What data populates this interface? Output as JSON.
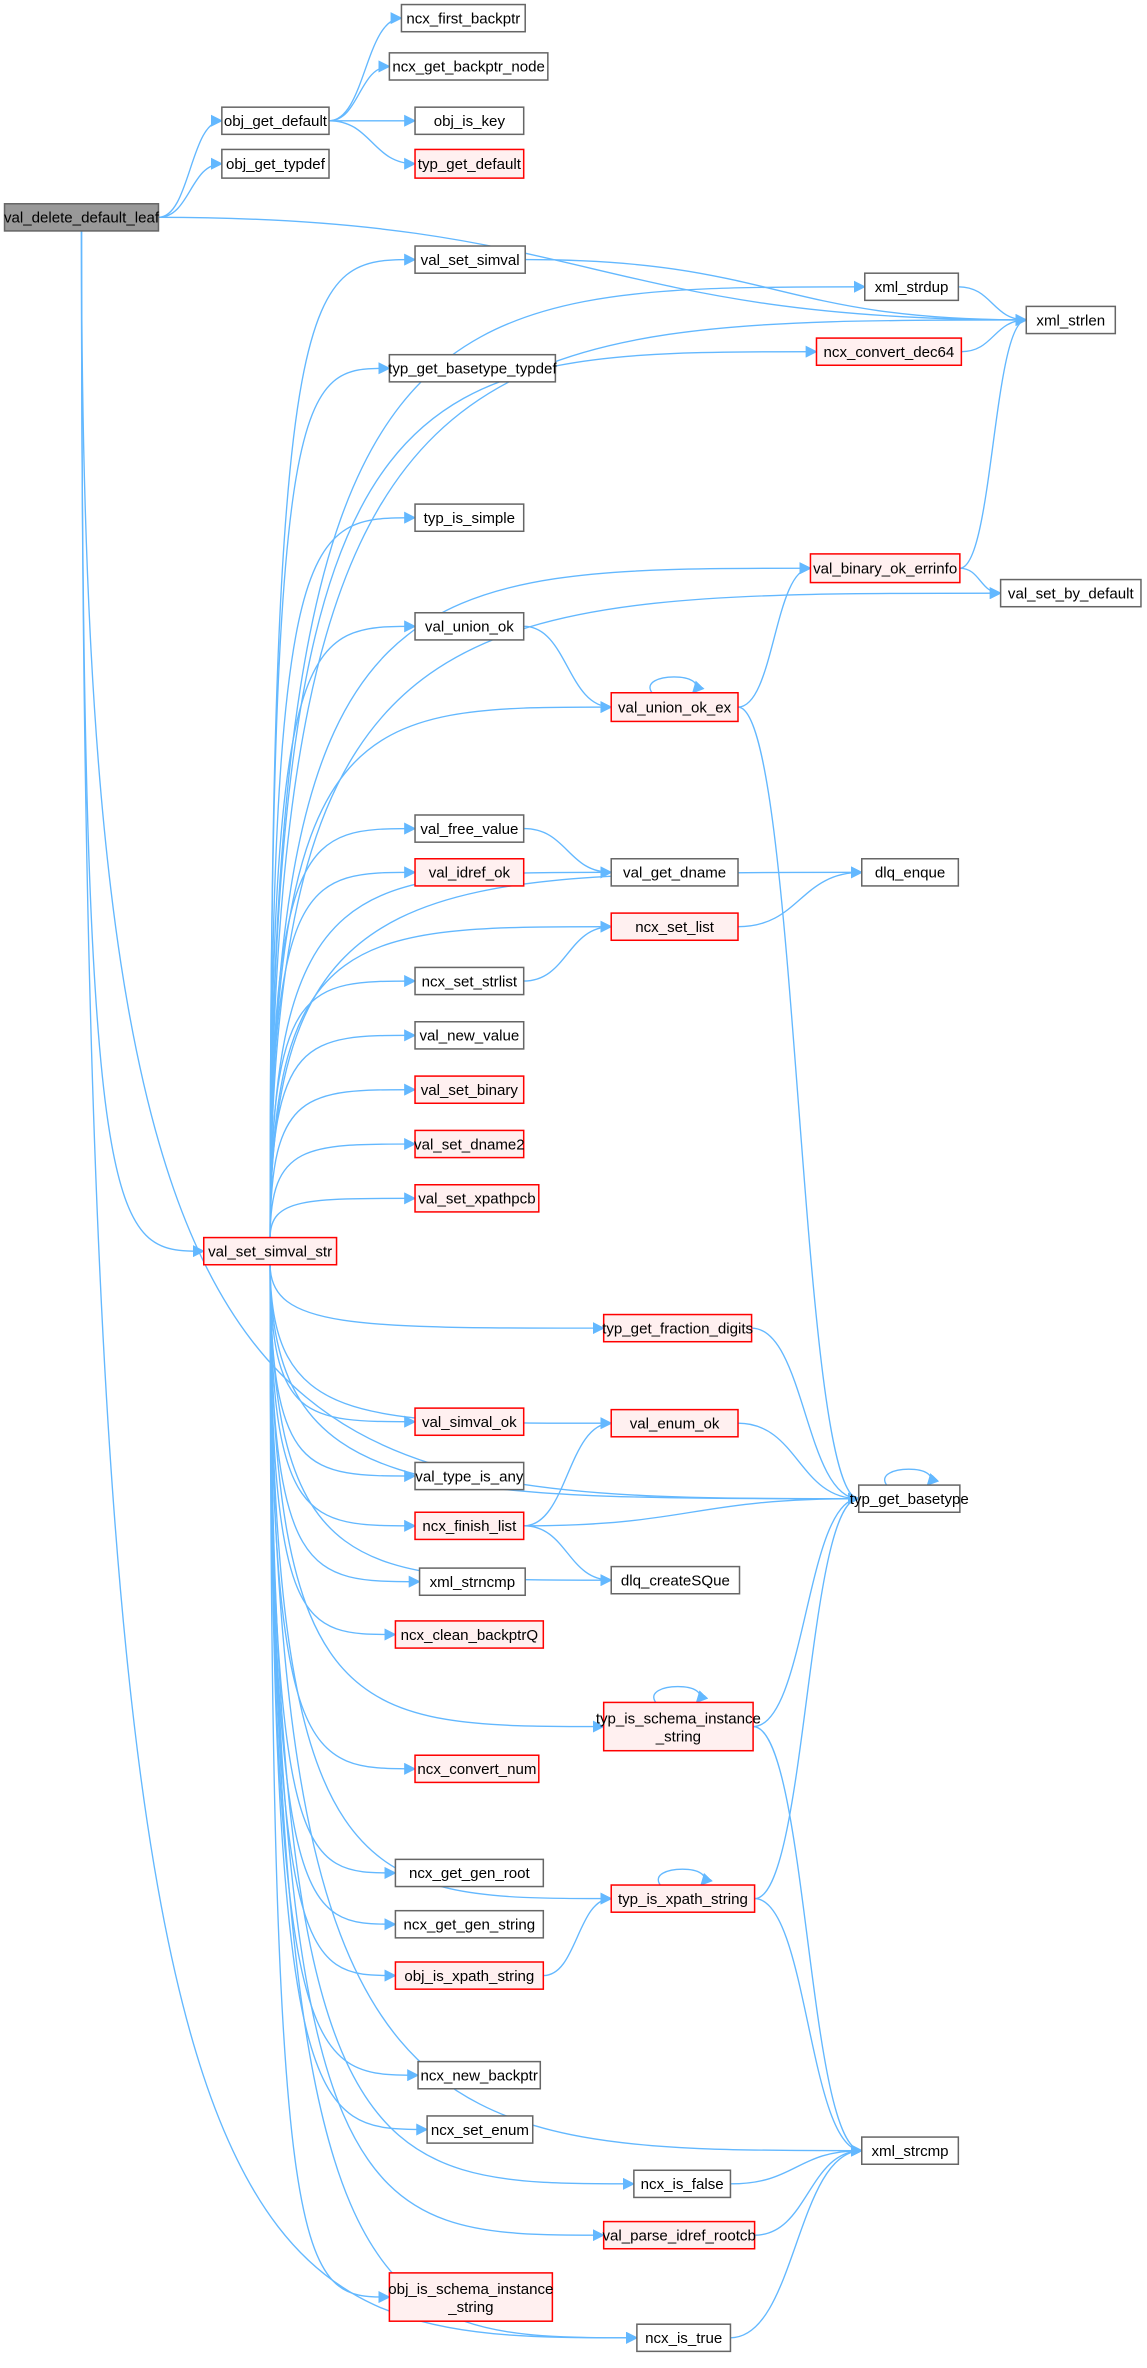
{
  "graph": {
    "title": "val_delete_default_leaf call graph",
    "colors": {
      "edge": "#63b8ff",
      "red_border": "#ff0000",
      "red_fill": "#fff0f0",
      "root_fill": "#999999",
      "border": "#666666"
    },
    "nodes": [
      {
        "id": "root",
        "label": "val_delete_default_leaf",
        "kind": "root"
      },
      {
        "id": "ncx_first_backptr",
        "label": "ncx_first_backptr",
        "kind": "normal"
      },
      {
        "id": "ncx_get_backptr_node",
        "label": "ncx_get_backptr_node",
        "kind": "normal"
      },
      {
        "id": "obj_get_default",
        "label": "obj_get_default",
        "kind": "normal"
      },
      {
        "id": "obj_is_key",
        "label": "obj_is_key",
        "kind": "normal"
      },
      {
        "id": "typ_get_default",
        "label": "typ_get_default",
        "kind": "red"
      },
      {
        "id": "obj_get_typdef",
        "label": "obj_get_typdef",
        "kind": "normal"
      },
      {
        "id": "val_set_simval",
        "label": "val_set_simval",
        "kind": "normal"
      },
      {
        "id": "xml_strdup",
        "label": "xml_strdup",
        "kind": "normal"
      },
      {
        "id": "xml_strlen",
        "label": "xml_strlen",
        "kind": "normal"
      },
      {
        "id": "typ_get_basetype_typdef",
        "label": "typ_get_basetype_typdef",
        "kind": "normal"
      },
      {
        "id": "ncx_convert_dec64",
        "label": "ncx_convert_dec64",
        "kind": "red"
      },
      {
        "id": "typ_is_simple",
        "label": "typ_is_simple",
        "kind": "normal"
      },
      {
        "id": "val_binary_ok_errinfo",
        "label": "val_binary_ok_errinfo",
        "kind": "red"
      },
      {
        "id": "val_set_by_default",
        "label": "val_set_by_default",
        "kind": "normal"
      },
      {
        "id": "val_union_ok",
        "label": "val_union_ok",
        "kind": "normal"
      },
      {
        "id": "val_union_ok_ex",
        "label": "val_union_ok_ex",
        "kind": "red"
      },
      {
        "id": "val_free_value",
        "label": "val_free_value",
        "kind": "normal"
      },
      {
        "id": "val_idref_ok",
        "label": "val_idref_ok",
        "kind": "red"
      },
      {
        "id": "val_get_dname",
        "label": "val_get_dname",
        "kind": "normal"
      },
      {
        "id": "dlq_enque",
        "label": "dlq_enque",
        "kind": "normal"
      },
      {
        "id": "ncx_set_list",
        "label": "ncx_set_list",
        "kind": "red"
      },
      {
        "id": "ncx_set_strlist",
        "label": "ncx_set_strlist",
        "kind": "normal"
      },
      {
        "id": "val_new_value",
        "label": "val_new_value",
        "kind": "normal"
      },
      {
        "id": "val_set_binary",
        "label": "val_set_binary",
        "kind": "red"
      },
      {
        "id": "val_set_dname2",
        "label": "val_set_dname2",
        "kind": "red"
      },
      {
        "id": "val_set_xpathpcb",
        "label": "val_set_xpathpcb",
        "kind": "red"
      },
      {
        "id": "val_set_simval_str",
        "label": "val_set_simval_str",
        "kind": "red"
      },
      {
        "id": "typ_get_fraction_digits",
        "label": "typ_get_fraction_digits",
        "kind": "red"
      },
      {
        "id": "val_simval_ok",
        "label": "val_simval_ok",
        "kind": "red"
      },
      {
        "id": "val_type_is_any",
        "label": "val_type_is_any",
        "kind": "normal"
      },
      {
        "id": "val_enum_ok",
        "label": "val_enum_ok",
        "kind": "red"
      },
      {
        "id": "typ_get_basetype",
        "label": "typ_get_basetype",
        "kind": "normal"
      },
      {
        "id": "ncx_finish_list",
        "label": "ncx_finish_list",
        "kind": "red"
      },
      {
        "id": "xml_strncmp",
        "label": "xml_strncmp",
        "kind": "normal"
      },
      {
        "id": "dlq_createSQue",
        "label": "dlq_createSQue",
        "kind": "normal"
      },
      {
        "id": "ncx_clean_backptrQ",
        "label": "ncx_clean_backptrQ",
        "kind": "red"
      },
      {
        "id": "typ_is_schema_instance_string",
        "label": "typ_is_schema_instance",
        "label2": "_string",
        "kind": "red"
      },
      {
        "id": "ncx_convert_num",
        "label": "ncx_convert_num",
        "kind": "red"
      },
      {
        "id": "ncx_get_gen_root",
        "label": "ncx_get_gen_root",
        "kind": "normal"
      },
      {
        "id": "ncx_get_gen_string",
        "label": "ncx_get_gen_string",
        "kind": "normal"
      },
      {
        "id": "typ_is_xpath_string",
        "label": "typ_is_xpath_string",
        "kind": "red"
      },
      {
        "id": "obj_is_xpath_string",
        "label": "obj_is_xpath_string",
        "kind": "red"
      },
      {
        "id": "xml_strcmp",
        "label": "xml_strcmp",
        "kind": "normal"
      },
      {
        "id": "ncx_new_backptr",
        "label": "ncx_new_backptr",
        "kind": "normal"
      },
      {
        "id": "ncx_set_enum",
        "label": "ncx_set_enum",
        "kind": "normal"
      },
      {
        "id": "ncx_is_false",
        "label": "ncx_is_false",
        "kind": "normal"
      },
      {
        "id": "val_parse_idref_rootcb",
        "label": "val_parse_idref_rootcb",
        "kind": "red"
      },
      {
        "id": "obj_is_schema_instance_string",
        "label": "obj_is_schema_instance",
        "label2": "_string",
        "kind": "red"
      },
      {
        "id": "ncx_is_true",
        "label": "ncx_is_true",
        "kind": "normal"
      }
    ],
    "edges": [
      [
        "root",
        "obj_get_default"
      ],
      [
        "root",
        "obj_get_typdef"
      ],
      [
        "root",
        "xml_strlen"
      ],
      [
        "root",
        "val_set_simval_str"
      ],
      [
        "root",
        "typ_get_basetype"
      ],
      [
        "root",
        "ncx_is_true"
      ],
      [
        "obj_get_default",
        "ncx_first_backptr"
      ],
      [
        "obj_get_default",
        "ncx_get_backptr_node"
      ],
      [
        "obj_get_default",
        "obj_is_key"
      ],
      [
        "obj_get_default",
        "typ_get_default"
      ],
      [
        "val_set_simval",
        "xml_strlen"
      ],
      [
        "xml_strdup",
        "xml_strlen"
      ],
      [
        "ncx_convert_dec64",
        "xml_strlen"
      ],
      [
        "val_binary_ok_errinfo",
        "xml_strlen"
      ],
      [
        "val_binary_ok_errinfo",
        "val_set_by_default"
      ],
      [
        "val_union_ok",
        "val_union_ok_ex"
      ],
      [
        "val_union_ok_ex",
        "val_union_ok_ex"
      ],
      [
        "val_union_ok_ex",
        "val_binary_ok_errinfo"
      ],
      [
        "val_union_ok_ex",
        "typ_get_basetype"
      ],
      [
        "val_free_value",
        "val_get_dname"
      ],
      [
        "ncx_set_list",
        "dlq_enque"
      ],
      [
        "ncx_set_strlist",
        "ncx_set_list"
      ],
      [
        "typ_get_fraction_digits",
        "typ_get_basetype"
      ],
      [
        "val_enum_ok",
        "typ_get_basetype"
      ],
      [
        "typ_get_basetype",
        "typ_get_basetype"
      ],
      [
        "ncx_finish_list",
        "val_enum_ok"
      ],
      [
        "ncx_finish_list",
        "typ_get_basetype"
      ],
      [
        "ncx_finish_list",
        "dlq_createSQue"
      ],
      [
        "typ_is_schema_instance_string",
        "typ_is_schema_instance_string"
      ],
      [
        "typ_is_schema_instance_string",
        "typ_get_basetype"
      ],
      [
        "typ_is_schema_instance_string",
        "xml_strcmp"
      ],
      [
        "typ_is_xpath_string",
        "typ_is_xpath_string"
      ],
      [
        "typ_is_xpath_string",
        "typ_get_basetype"
      ],
      [
        "typ_is_xpath_string",
        "xml_strcmp"
      ],
      [
        "obj_is_xpath_string",
        "typ_is_xpath_string"
      ],
      [
        "ncx_is_false",
        "xml_strcmp"
      ],
      [
        "val_parse_idref_rootcb",
        "xml_strcmp"
      ],
      [
        "ncx_is_true",
        "xml_strcmp"
      ],
      [
        "val_set_simval_str",
        "val_set_simval"
      ],
      [
        "val_set_simval_str",
        "xml_strdup"
      ],
      [
        "val_set_simval_str",
        "typ_get_basetype_typdef"
      ],
      [
        "val_set_simval_str",
        "ncx_convert_dec64"
      ],
      [
        "val_set_simval_str",
        "xml_strlen"
      ],
      [
        "val_set_simval_str",
        "typ_is_simple"
      ],
      [
        "val_set_simval_str",
        "val_binary_ok_errinfo"
      ],
      [
        "val_set_simval_str",
        "val_set_by_default"
      ],
      [
        "val_set_simval_str",
        "val_union_ok"
      ],
      [
        "val_set_simval_str",
        "val_union_ok_ex"
      ],
      [
        "val_set_simval_str",
        "dlq_enque"
      ],
      [
        "val_set_simval_str",
        "val_free_value"
      ],
      [
        "val_set_simval_str",
        "val_idref_ok"
      ],
      [
        "val_set_simval_str",
        "val_get_dname"
      ],
      [
        "val_set_simval_str",
        "ncx_set_list"
      ],
      [
        "val_set_simval_str",
        "ncx_set_strlist"
      ],
      [
        "val_set_simval_str",
        "val_new_value"
      ],
      [
        "val_set_simval_str",
        "val_set_binary"
      ],
      [
        "val_set_simval_str",
        "val_set_dname2"
      ],
      [
        "val_set_simval_str",
        "val_set_xpathpcb"
      ],
      [
        "val_set_simval_str",
        "typ_get_basetype"
      ],
      [
        "val_set_simval_str",
        "typ_get_fraction_digits"
      ],
      [
        "val_set_simval_str",
        "val_simval_ok"
      ],
      [
        "val_set_simval_str",
        "val_enum_ok"
      ],
      [
        "val_set_simval_str",
        "val_type_is_any"
      ],
      [
        "val_set_simval_str",
        "ncx_finish_list"
      ],
      [
        "val_set_simval_str",
        "xml_strncmp"
      ],
      [
        "val_set_simval_str",
        "dlq_createSQue"
      ],
      [
        "val_set_simval_str",
        "ncx_clean_backptrQ"
      ],
      [
        "val_set_simval_str",
        "typ_is_schema_instance_string"
      ],
      [
        "val_set_simval_str",
        "ncx_convert_num"
      ],
      [
        "val_set_simval_str",
        "ncx_get_gen_root"
      ],
      [
        "val_set_simval_str",
        "ncx_get_gen_string"
      ],
      [
        "val_set_simval_str",
        "typ_is_xpath_string"
      ],
      [
        "val_set_simval_str",
        "obj_is_xpath_string"
      ],
      [
        "val_set_simval_str",
        "xml_strcmp"
      ],
      [
        "val_set_simval_str",
        "ncx_new_backptr"
      ],
      [
        "val_set_simval_str",
        "ncx_set_enum"
      ],
      [
        "val_set_simval_str",
        "ncx_is_false"
      ],
      [
        "val_set_simval_str",
        "val_parse_idref_rootcb"
      ],
      [
        "val_set_simval_str",
        "obj_is_schema_instance_string"
      ],
      [
        "val_set_simval_str",
        "ncx_is_true"
      ]
    ]
  }
}
